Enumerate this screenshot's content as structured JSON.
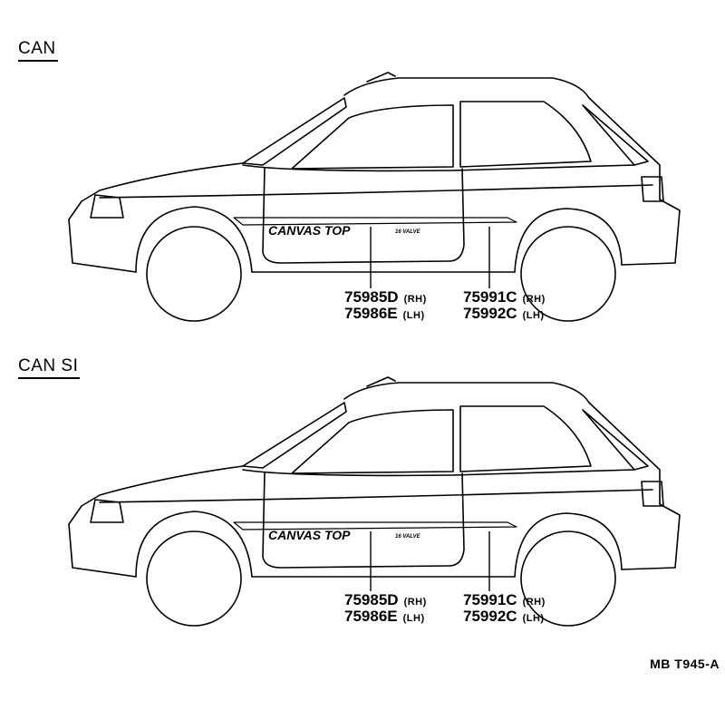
{
  "sections": [
    {
      "title": "CAN",
      "decal_main": "CANVAS TOP",
      "decal_small": "16 VALVE",
      "parts": {
        "body_stripe": {
          "rh": "75985D",
          "rh_side": "(RH)",
          "lh": "75986E",
          "lh_side": "(LH)"
        },
        "rear_stripe": {
          "rh": "75991C",
          "rh_side": "(RH)",
          "lh": "75992C",
          "lh_side": "(LH)"
        }
      }
    },
    {
      "title": "CAN SI",
      "decal_main": "CANVAS TOP",
      "decal_small": "16 VALVE",
      "parts": {
        "body_stripe": {
          "rh": "75985D",
          "rh_side": "(RH)",
          "lh": "75986E",
          "lh_side": "(LH)"
        },
        "rear_stripe": {
          "rh": "75991C",
          "rh_side": "(RH)",
          "lh": "75992C",
          "lh_side": "(LH)"
        }
      }
    }
  ],
  "footer": {
    "code": "MB  T945-A"
  }
}
